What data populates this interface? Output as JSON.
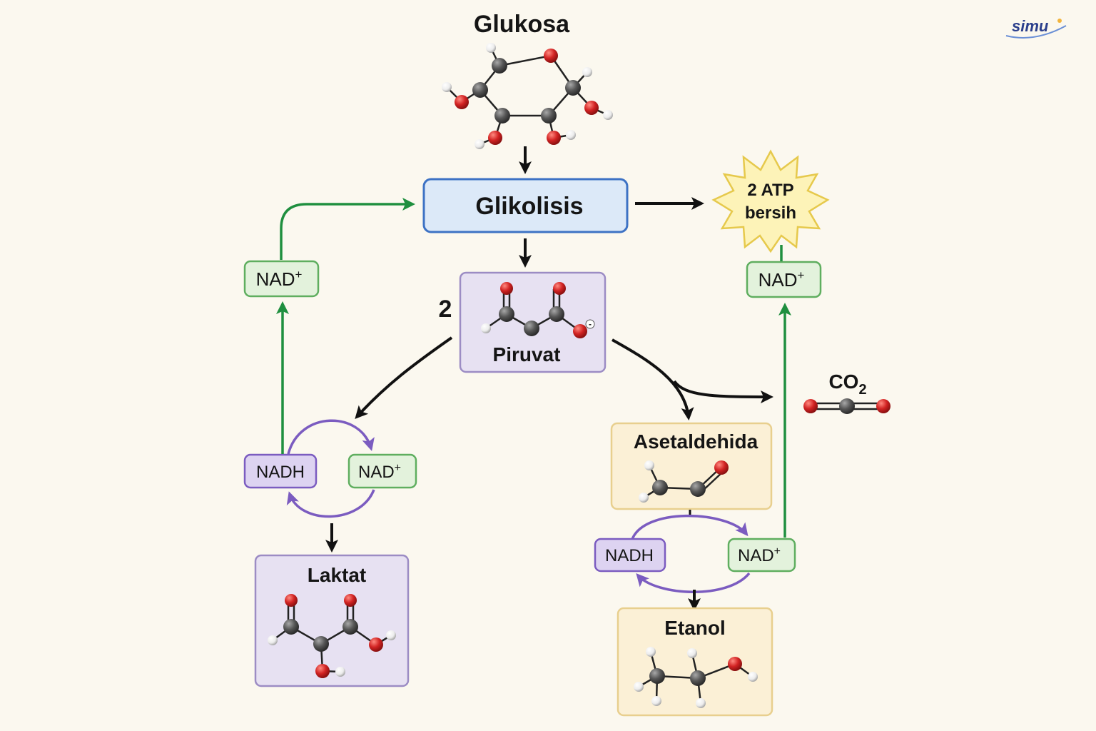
{
  "brand": {
    "logo": "simu"
  },
  "labels": {
    "glucose": "Glukosa",
    "glycolysis": "Glikolisis",
    "atp_line1": "2 ATP",
    "atp_line2": "bersih",
    "pyruvate_count": "2",
    "pyruvate": "Piruvat",
    "co2_main": "CO",
    "co2_sub": "2",
    "nad_plus": "NAD",
    "plus_sign": "+",
    "nadh": "NADH",
    "lactate": "Laktat",
    "acetaldehyde": "Asetaldehida",
    "ethanol": "Etanol",
    "carboxylate_charge": "-"
  },
  "colors": {
    "background": "#fbf8ef",
    "glycolysis_fill": "#dce9f8",
    "glycolysis_stroke": "#3d72c4",
    "purple_box_fill": "#e7e1f2",
    "purple_box_stroke": "#9c8cc4",
    "nadh_fill": "#ddd3f1",
    "nadh_stroke": "#7b5cc0",
    "nad_fill": "#e3f2dc",
    "nad_stroke": "#5fae5f",
    "yellow_box_fill": "#fbf0d6",
    "yellow_box_stroke": "#e8cf8e",
    "atp_star_fill": "#fdf3b8",
    "atp_star_stroke": "#e6c94c",
    "green_arrow": "#1f8f3f",
    "purple_arrow": "#7b5cc0",
    "black_arrow": "#111111",
    "carbon": "#555555",
    "oxygen": "#d22323",
    "hydrogen": "#f2f2f2"
  },
  "icons": [
    "glucose-molecule-icon",
    "pyruvate-molecule-icon",
    "co2-molecule-icon",
    "lactate-molecule-icon",
    "acetaldehyde-molecule-icon",
    "ethanol-molecule-icon",
    "atp-starburst-icon"
  ]
}
